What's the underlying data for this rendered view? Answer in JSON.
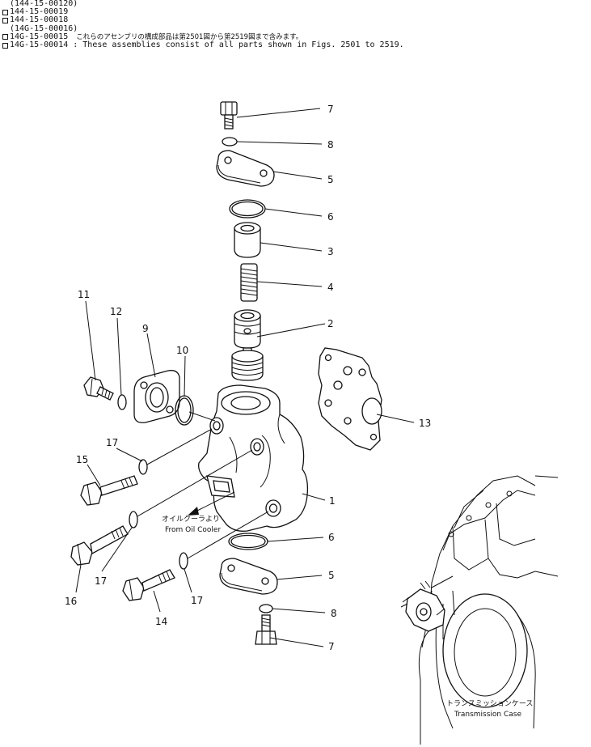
{
  "header": {
    "lines": [
      {
        "boxed": false,
        "text": "(144-15-00120)",
        "note": ""
      },
      {
        "boxed": true,
        "text": "144-15-00019",
        "note": ""
      },
      {
        "boxed": true,
        "text": "144-15-00018",
        "note": ""
      },
      {
        "boxed": false,
        "text": "(14G-15-00016)",
        "note": ""
      },
      {
        "boxed": true,
        "text": "14G-15-00015",
        "note": "これらのアセンブリの構成部品は第2501図から第2519図まで含みます。"
      },
      {
        "boxed": true,
        "text": "14G-15-00014",
        "note": ": These assemblies consist of all parts shown in Figs. 2501 to 2519."
      }
    ]
  },
  "callouts": {
    "n7a": "7",
    "n8a": "8",
    "n5a": "5",
    "n6a": "6",
    "n3": "3",
    "n4": "4",
    "n2": "2",
    "n11": "11",
    "n12": "12",
    "n9": "9",
    "n10": "10",
    "n13": "13",
    "n1": "1",
    "n17a": "17",
    "n15": "15",
    "n6b": "6",
    "n5b": "5",
    "n16": "16",
    "n17b": "17",
    "n14": "14",
    "n17c": "17",
    "n8b": "8",
    "n7b": "7"
  },
  "captions": {
    "oil_cooler_jp": "オイルクーラより",
    "oil_cooler_en": "From Oil Cooler",
    "trans_case_jp": "トランスミッションケース",
    "trans_case_en": "Transmission Case"
  }
}
